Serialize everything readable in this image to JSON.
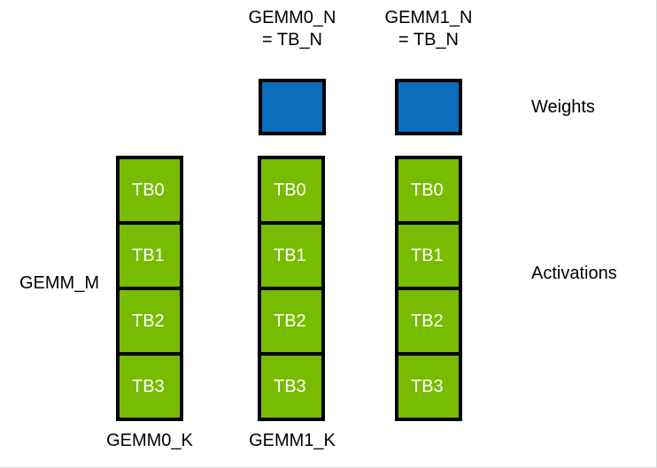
{
  "diagram": {
    "title_labels": {
      "gemm0_n": "GEMM0_N\n= TB_N",
      "gemm1_n": "GEMM1_N\n= TB_N"
    },
    "row_labels": {
      "weights": "Weights",
      "activations": "Activations"
    },
    "side_label": {
      "gemm_m": "GEMM_M"
    },
    "bottom_labels": {
      "gemm0_k": "GEMM0_K",
      "gemm1_k": "GEMM1_K"
    },
    "colors": {
      "weight_fill": "#0A6EBC",
      "activation_fill": "#77BC00",
      "outline": "#000000",
      "cell_text": "#FFFFFF",
      "label_text": "#000000",
      "background": "#FFFFFF"
    },
    "weight_blocks": [
      {
        "name": "gemm0-weight-block"
      },
      {
        "name": "gemm1-weight-block"
      }
    ],
    "activation_columns": [
      {
        "name": "activation-column-left",
        "cells": [
          "TB0",
          "TB1",
          "TB2",
          "TB3"
        ]
      },
      {
        "name": "activation-column-gemm0",
        "cells": [
          "TB0",
          "TB1",
          "TB2",
          "TB3"
        ]
      },
      {
        "name": "activation-column-gemm1",
        "cells": [
          "TB0",
          "TB1",
          "TB2",
          "TB3"
        ]
      }
    ]
  }
}
